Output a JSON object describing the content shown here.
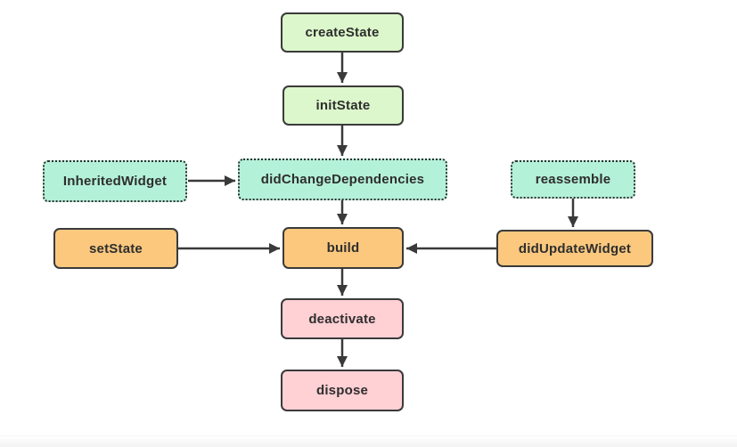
{
  "diagram": {
    "nodes": {
      "createState": "createState",
      "initState": "initState",
      "inheritedWidget": "InheritedWidget",
      "didChangeDependencies": "didChangeDependencies",
      "reassemble": "reassemble",
      "setState": "setState",
      "build": "build",
      "didUpdateWidget": "didUpdateWidget",
      "deactivate": "deactivate",
      "dispose": "dispose"
    },
    "edges": [
      {
        "from": "createState",
        "to": "initState"
      },
      {
        "from": "initState",
        "to": "didChangeDependencies"
      },
      {
        "from": "didChangeDependencies",
        "to": "build"
      },
      {
        "from": "InheritedWidget",
        "to": "didChangeDependencies"
      },
      {
        "from": "reassemble",
        "to": "didUpdateWidget"
      },
      {
        "from": "setState",
        "to": "build"
      },
      {
        "from": "didUpdateWidget",
        "to": "build"
      },
      {
        "from": "build",
        "to": "deactivate"
      },
      {
        "from": "deactivate",
        "to": "dispose"
      }
    ],
    "colors": {
      "green_fill": "#dcf7cb",
      "mint_fill": "#b4f1d9",
      "orange_fill": "#fbc87e",
      "pink_fill": "#ffd0d4",
      "border": "#3a3a3a",
      "arrow": "#3a3a3a",
      "text": "#2e2e2e",
      "background": "#ffffff"
    }
  }
}
